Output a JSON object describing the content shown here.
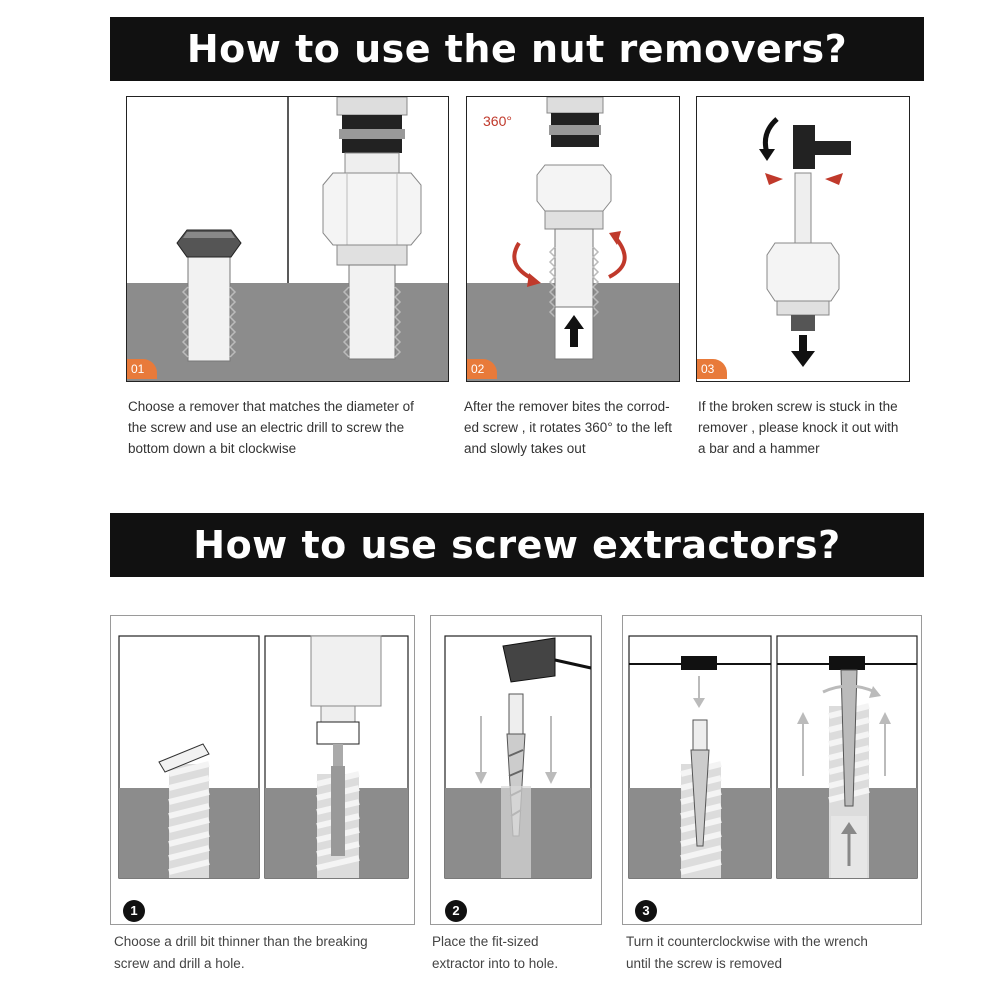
{
  "nut_section": {
    "title": "How to use the nut removers?",
    "steps": [
      {
        "badge": "01",
        "caption_lines": [
          "Choose a remover that matches the diameter of",
          "the screw and use an electric drill to screw the",
          "bottom down a bit clockwise"
        ]
      },
      {
        "badge": "02",
        "label": "360°",
        "caption_lines": [
          "After the remover bites the corrod-",
          "ed screw , it rotates 360° to the left",
          "and slowly takes out"
        ]
      },
      {
        "badge": "03",
        "caption_lines": [
          "If the broken screw is stuck in the",
          "remover , please knock it out with",
          "a bar and a hammer"
        ]
      }
    ]
  },
  "extractor_section": {
    "title": "How to use screw extractors?",
    "steps": [
      {
        "number": "1",
        "caption_lines": [
          "Choose a drill bit thinner than the breaking",
          "screw and drill a hole."
        ]
      },
      {
        "number": "2",
        "caption_lines": [
          "Place the fit-sized",
          "extractor into to hole."
        ]
      },
      {
        "number": "3",
        "caption_lines": [
          "Turn it counterclockwise with the wrench",
          "until the screw is removed"
        ]
      }
    ]
  },
  "colors": {
    "banner": "#111111",
    "badge": "#e87a3a",
    "accent_red": "#c0392b",
    "ground": "#8c8c8c"
  },
  "icons": [
    "hex-bolt-icon",
    "drill-chuck-icon",
    "rotate-arrow-icon",
    "hammer-icon",
    "down-arrow-icon",
    "up-arrow-icon",
    "drill-bit-icon",
    "extractor-icon",
    "wrench-icon"
  ]
}
